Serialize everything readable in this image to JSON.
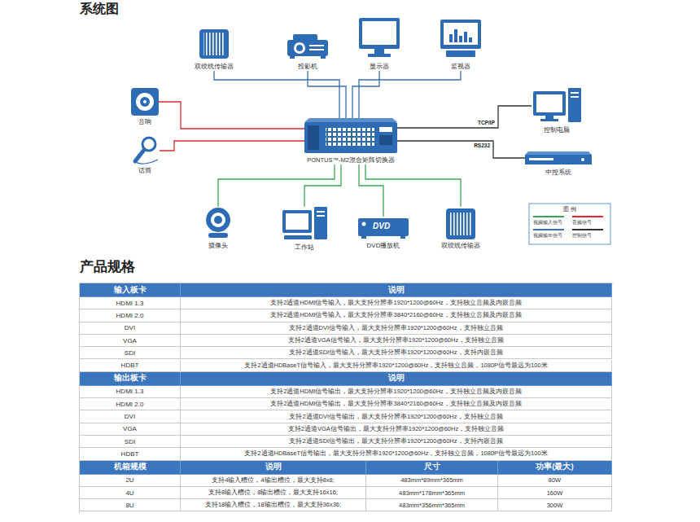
{
  "diagram": {
    "title": "系统图",
    "nodes": [
      {
        "text": [
          "双绞线传输器"
        ]
      },
      {
        "text": [
          "投影机"
        ]
      },
      {
        "text": [
          "显示器"
        ]
      },
      {
        "text": [
          "监视器"
        ]
      },
      {
        "text": [
          "音响"
        ]
      },
      {
        "text": [
          "控制电脑"
        ]
      },
      {
        "text": [
          "PONTUS™-M2混合矩阵切换器"
        ]
      },
      {
        "text": [
          "话筒"
        ]
      },
      {
        "text": [
          "中控系统"
        ]
      },
      {
        "text": [
          "摄像头"
        ]
      },
      {
        "text": [
          "工作站"
        ]
      },
      {
        "text": [
          "DVD播放机"
        ]
      },
      {
        "text": [
          "双绞线传输器"
        ]
      }
    ],
    "edges": [
      {
        "from": 6,
        "to": 0,
        "arrow": "none"
      },
      {
        "from": 6,
        "to": 1,
        "arrow": "none"
      },
      {
        "from": 6,
        "to": 2,
        "arrow": "none"
      },
      {
        "from": 6,
        "to": 3,
        "arrow": "none"
      },
      {
        "from": 6,
        "to": 4,
        "arrow": "none"
      },
      {
        "from": 6,
        "to": 5,
        "label": "TCP/IP",
        "arrow": "none"
      },
      {
        "from": 7,
        "to": 6,
        "arrow": "none"
      },
      {
        "from": 6,
        "to": 8,
        "label": "RS232",
        "arrow": "none"
      },
      {
        "from": 9,
        "to": 6,
        "arrow": "none"
      },
      {
        "from": 10,
        "to": 6,
        "arrow": "none"
      },
      {
        "from": 11,
        "to": 6,
        "arrow": "none"
      },
      {
        "from": 12,
        "to": 6,
        "arrow": "none"
      }
    ],
    "labels": [
      "DVD",
      "图 例",
      "产品规格",
      "输入板卡",
      "说明",
      "HDMI 1.3",
      "支持2通道HDMI信号输入，最大支持分辨率1920*1200@60Hz，支持独立音频及内嵌音频",
      "HDMI 2.0",
      "支持2通道HDMI信号输入，最大支持分辨率3840*2160@60Hz，支持独立音频及内嵌音频",
      "DVI",
      "支持2通道DVI信号输入，最大支持分辨率1920*1200@60Hz，支持独立音频",
      "VGA",
      "支持2通道VGA信号输入，最大支持分辨率1920*1200@60Hz，支持独立音频",
      "SDI",
      "支持2通道SDI信号输入，最大支持分辨率1920*1200@60Hz，支持内嵌音频",
      "HDBT",
      "支持2通道HDBaseT信号输入，最大支持分辨率1920*1200@60Hz，支持独立音频，1080P信号最远为100米",
      "输出板卡",
      "说明",
      "HDMI 1.3",
      "支持2通道HDMI信号输出，最大支持分辨率1920*1200@60Hz，支持独立音频及内嵌音频",
      "HDMI 2.0",
      "支持2通道HDMI信号输出，最大支持分辨率3840*2160@60Hz，支持独立音频及内嵌音频",
      "DVI",
      "支持2通道DVI信号输出，最大支持分辨率1920*1200@60Hz，支持独立音频",
      "VGA",
      "支持2通道VGA信号输出，最大支持分辨率1920*1200@60Hz，支持独立音频",
      "SDI",
      "支持2通道SDI信号输出，最大支持分辨率1920*1200@60Hz，支持内嵌音频",
      "HDBT",
      "支持2通道HDBaseT信号输出，最大支持分辨率1920*1200@60Hz，支持独立音频，1080P信号最远为100米",
      "机箱规模",
      "说明",
      "尺寸",
      "功率(最大)",
      "2U",
      "支持4输入槽位，4输出槽位，最大支持8x8;",
      "483mm*89mm*365mm",
      "80W",
      "4U",
      "支持8输入槽位，8输出槽位，最大支持16x16;",
      "483mm*178mm*365mm",
      "160W",
      "8U",
      "支持18输入槽位，18输出槽位，最大支持36x36;",
      "483mm*356mm*365mm",
      "300W"
    ],
    "legend": [
      {
        "text": "视频输入信号",
        "color": "#3aa655"
      },
      {
        "text": "音频信号",
        "color": "#e0282e"
      },
      {
        "text": "视频输出信号",
        "color": "#3b6eb4"
      },
      {
        "text": "控制信号",
        "color": "#333333"
      }
    ]
  }
}
